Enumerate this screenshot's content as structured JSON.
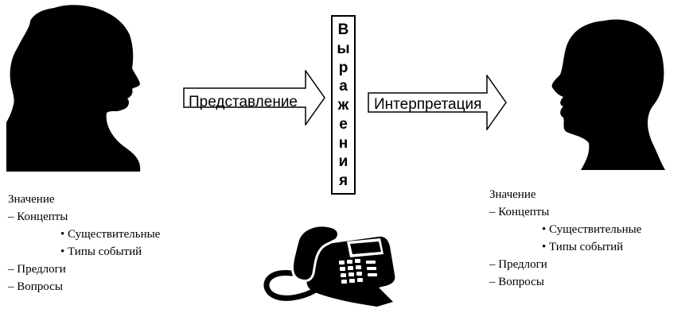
{
  "arrows": {
    "left_label": "Представление",
    "right_label": "Интерпретация"
  },
  "expression_letters": [
    "В",
    "ы",
    "р",
    "а",
    "ж",
    "е",
    "н",
    "и",
    "я"
  ],
  "left_notes": {
    "heading": "Значение",
    "concepts": "– Концепты",
    "nouns": "• Существительные",
    "events": "• Типы событий",
    "prepositions": "– Предлоги",
    "questions": "– Вопросы"
  },
  "right_notes": {
    "heading": "Значение",
    "concepts": "– Концепты",
    "nouns": "• Существительные",
    "events": "• Типы событий",
    "prepositions": "– Предлоги",
    "questions": "– Вопросы"
  },
  "icons": {
    "speaker": "woman-silhouette-icon",
    "listener": "man-silhouette-icon",
    "channel": "telephone-icon"
  },
  "colors": {
    "ink": "#000000",
    "paper": "#ffffff"
  }
}
